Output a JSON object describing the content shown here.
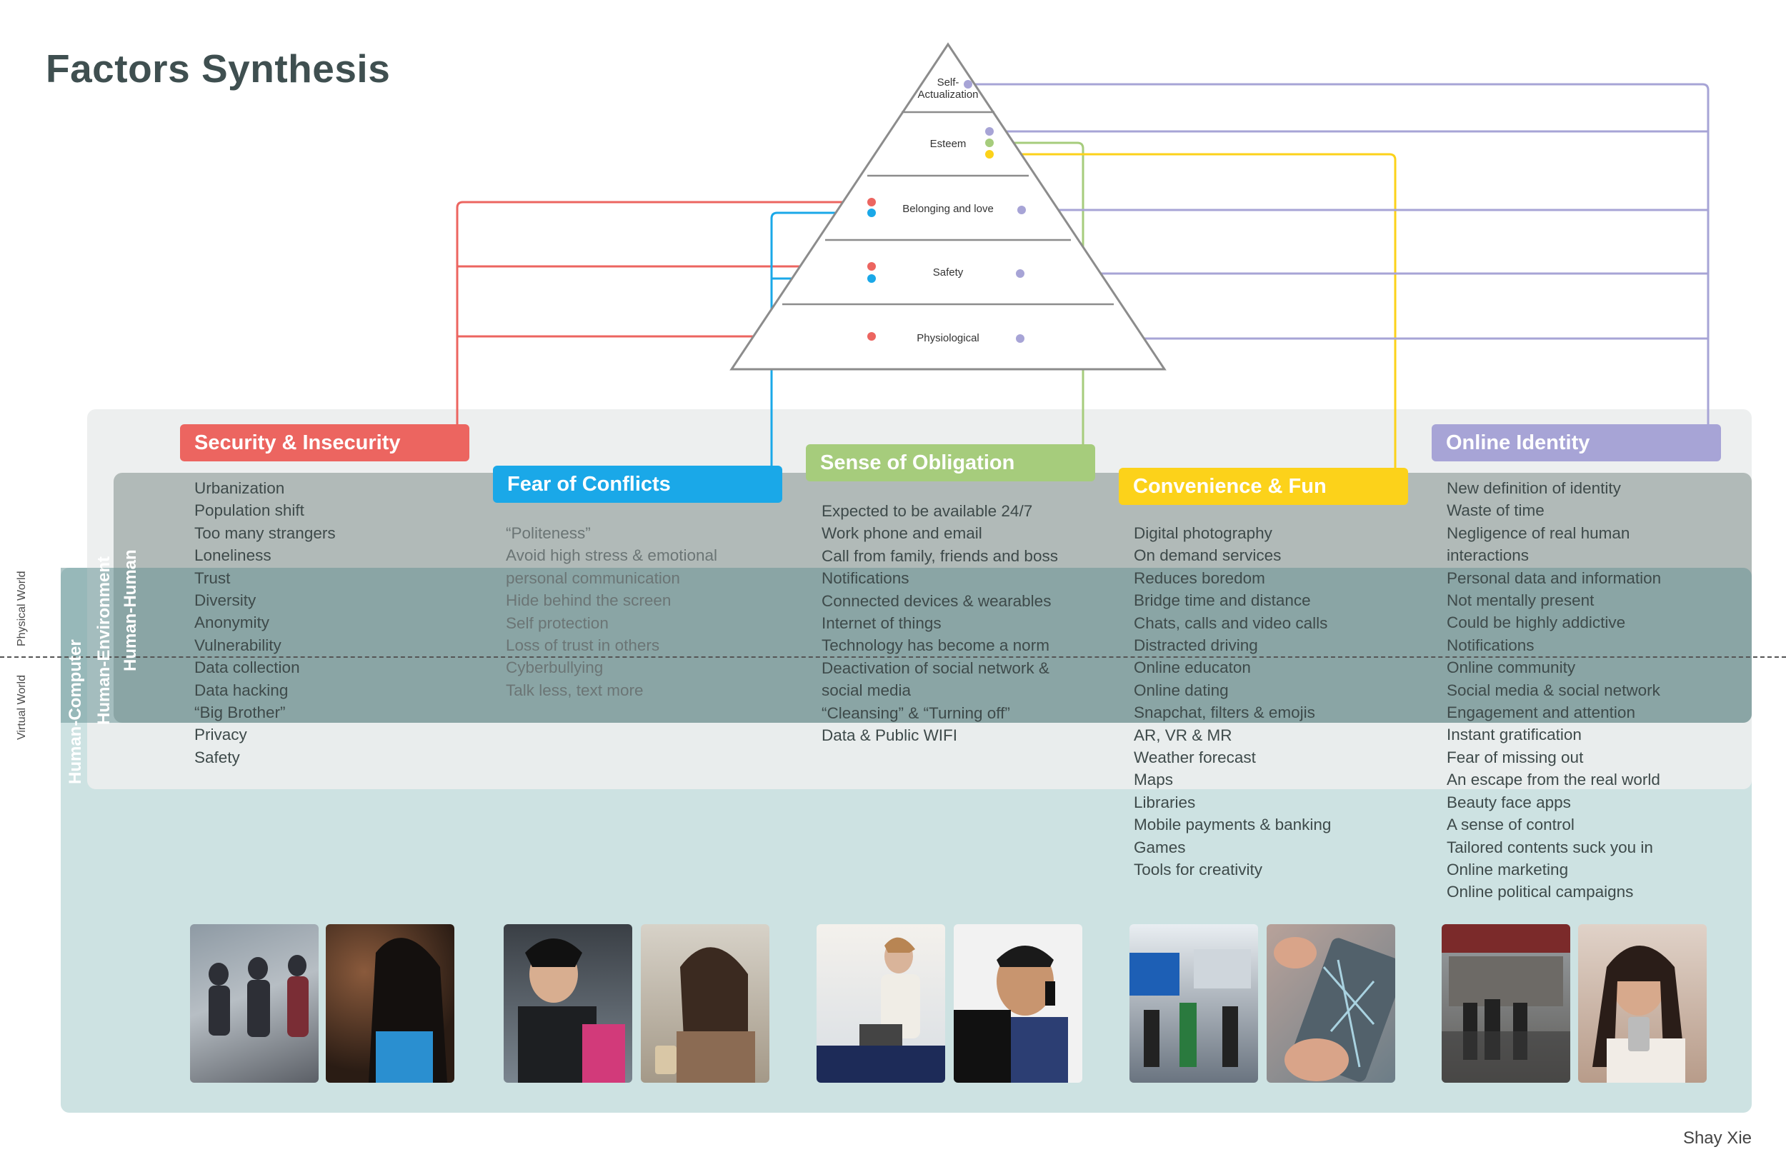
{
  "title": "Factors Synthesis",
  "signature": "Shay Xie",
  "world_labels": {
    "physical": "Physical World",
    "virtual": "Virtual World"
  },
  "bands": {
    "human_computer": "Human-Computer",
    "human_environment": "Human-Environment",
    "human_human": "Human-Human"
  },
  "pyramid": {
    "levels": [
      "Self-Actualization",
      "Esteem",
      "Belonging and love",
      "Safety",
      "Physiological"
    ],
    "self_line1": "Self-",
    "self_line2": "Actualization"
  },
  "colors": {
    "security": "#ec6560",
    "conflicts": "#1aa8e8",
    "obligation": "#a6cc7c",
    "convenience": "#fcd21a",
    "identity": "#a7a4d6",
    "pyramid": "#8c8c8c"
  },
  "categories": [
    {
      "title": "Security & Insecurity",
      "items": [
        "Urbanization",
        "Population shift",
        "Too many strangers",
        "Loneliness",
        "Trust",
        "Diversity",
        "Anonymity",
        "Vulnerability",
        "Data collection",
        "Data hacking",
        "“Big Brother”",
        "Privacy",
        "Safety"
      ]
    },
    {
      "title": "Fear of Conflicts",
      "items": [
        "“Politeness”",
        "Avoid high stress & emotional",
        "personal communication",
        "Hide behind the screen",
        "Self protection",
        "Loss of trust in others",
        "Cyberbullying",
        "Talk less, text more"
      ]
    },
    {
      "title": "Sense of Obligation",
      "items": [
        "Expected to be available 24/7",
        "Work phone and email",
        "Call from family, friends and boss",
        "Notifications",
        "Connected devices & wearables",
        "Internet of things",
        "Technology has become a norm",
        "Deactivation of social network &",
        "social media",
        "“Cleansing” & “Turning off”",
        "Data & Public WIFI"
      ]
    },
    {
      "title": "Convenience & Fun",
      "items": [
        "Digital photography",
        "On demand services",
        "Reduces boredom",
        "Bridge time and distance",
        "Chats, calls and video calls",
        "Distracted driving",
        "Online educaton",
        "Online dating",
        "Snapchat, filters & emojis",
        "AR, VR & MR",
        "Weather forecast",
        "Maps",
        "Libraries",
        "Mobile payments & banking",
        "Games",
        "Tools for creativity"
      ]
    },
    {
      "title": "Online Identity",
      "items": [
        "New definition of identity",
        "Waste of time",
        "Negligence of real human",
        "interactions",
        "Personal data and information",
        "Not mentally present",
        "Could be highly addictive",
        "Notifications",
        "Online community",
        "Social media & social network",
        "Engagement and attention",
        "Instant gratification",
        "Fear of missing out",
        "An escape from the real world",
        "Beauty face apps",
        "A sense of control",
        "Tailored contents suck you in",
        "Online marketing",
        "Online political campaigns"
      ]
    }
  ]
}
